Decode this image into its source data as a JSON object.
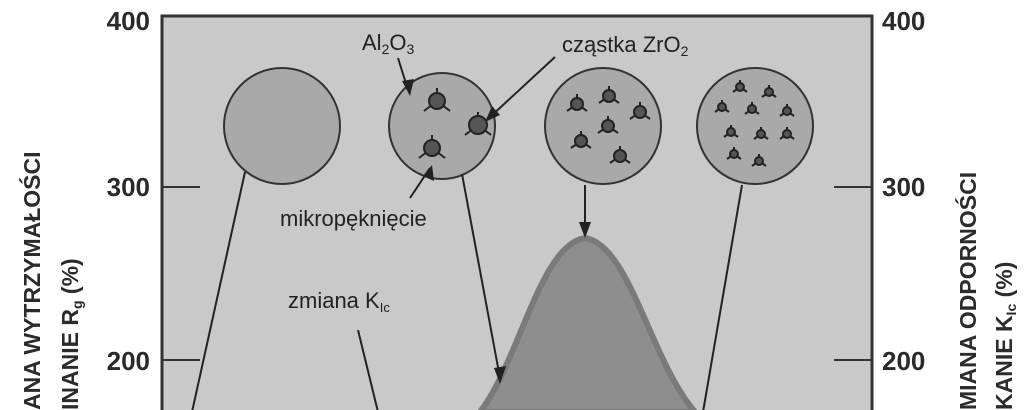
{
  "figure": {
    "y_ticks_left": [
      "400",
      "300",
      "200"
    ],
    "y_ticks_right": [
      "400",
      "300",
      "200"
    ],
    "y_title_left_line1": "ANA WYTRZYMAŁOŚCI",
    "y_title_left_line2_pre": "INANIE R",
    "y_title_left_line2_sub": "g",
    "y_title_left_line2_post": " (%)",
    "y_title_right_line1": "MIANA ODPORNOŚCI",
    "y_title_right_line2_pre": "KANIE K",
    "y_title_right_line2_sub": "Ic",
    "y_title_right_line2_post": " (%)",
    "label_al2o3": {
      "a": "Al",
      "s1": "2",
      "b": "O",
      "s2": "3"
    },
    "label_zro2": {
      "a": "cząstka ZrO",
      "s1": "2"
    },
    "label_microcrack": "mikropęknięcie",
    "label_kic_change": {
      "a": "zmiana K",
      "s1": "Ic"
    }
  },
  "colors": {
    "plot_bg": "#c9c9c9",
    "circle_fill": "#a9a9a9",
    "peak_fill": "#8e8e8e",
    "peak_stroke": "#7a7a7a",
    "particle": "#555555"
  }
}
